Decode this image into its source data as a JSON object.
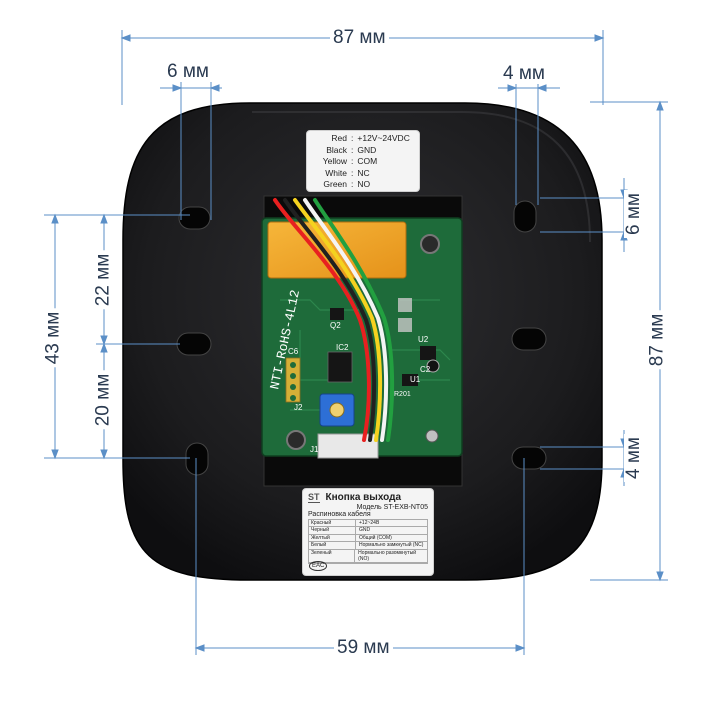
{
  "dimensions": {
    "top_width": "87 мм",
    "left_hole_offset": "6 мм",
    "right_hole_offset": "4 мм",
    "right_top_hole_offset": "6 мм",
    "right_height": "87 мм",
    "left_total": "43 мм",
    "left_upper": "22 мм",
    "left_lower": "20 мм",
    "right_bottom_offset": "4 мм",
    "bottom_width": "59 мм"
  },
  "wire_label": {
    "rows": [
      {
        "color": "Red",
        "function": "+12V~24VDC"
      },
      {
        "color": "Black",
        "function": "GND"
      },
      {
        "color": "Yellow",
        "function": "COM"
      },
      {
        "color": "White",
        "function": "NC"
      },
      {
        "color": "Green",
        "function": "NO"
      }
    ]
  },
  "pcb": {
    "silkscreen": "NTI-RoHS-4L12",
    "refs": [
      "Q2",
      "IC2",
      "C6",
      "J2",
      "U2",
      "C2",
      "U1",
      "R201",
      "J1"
    ]
  },
  "product_label": {
    "brand": "ST",
    "title": "Кнопка выхода",
    "model": "Модель ST-EXB-NT05",
    "subtitle": "Распиновка кабеля",
    "table": [
      {
        "wire": "Красный",
        "value": "+12~24В"
      },
      {
        "wire": "Черный",
        "value": "GND"
      },
      {
        "wire": "Желтый",
        "value": "Общий (COM)"
      },
      {
        "wire": "Белый",
        "value": "Нормально замкнутый (NC)"
      },
      {
        "wire": "Зеленый",
        "value": "Нормально разомкнутый (NO)"
      }
    ],
    "mark": "EAC"
  },
  "colors": {
    "dimension_line": "#5b8fc7",
    "dimension_text": "#2a3a50",
    "housing": "#1c1c1e",
    "pcb": "#1e6b3a",
    "relay": "#f2a31c"
  }
}
